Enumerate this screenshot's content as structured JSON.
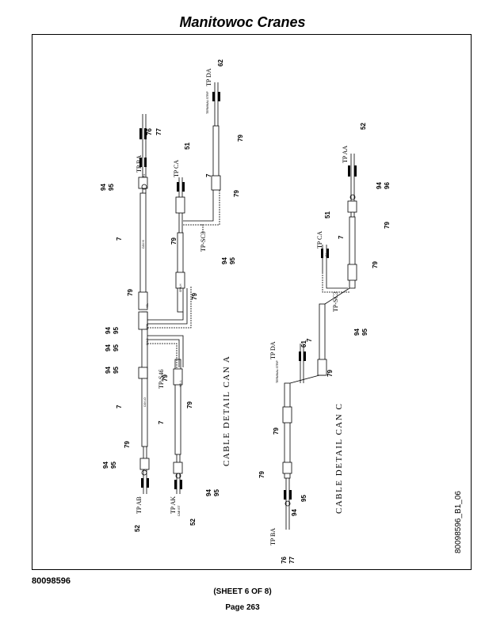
{
  "header": {
    "title": "Manitowoc Cranes"
  },
  "footer": {
    "doc_number": "80098596",
    "sheet": "(SHEET 6 OF 8)",
    "page": "Page 263"
  },
  "drawing": {
    "drawing_id": "80098596_B1_06",
    "captions": {
      "can_a": "CABLE DETAIL CAN A",
      "can_c": "CABLE DETAIL CAN C"
    },
    "test_points": {
      "can_a_ba": "TP BA",
      "can_a_ca": "TP CA",
      "can_a_da": "TP DA",
      "can_a_ab": "TP AB",
      "can_a_ak": "TP AK",
      "can_a_sc3": "TP-SC3",
      "can_a_s46": "TP-S46",
      "can_c_aa": "TP AA",
      "can_c_ca": "TP CA",
      "can_c_da": "TP DA",
      "can_c_ba": "TP BA",
      "can_c_sc3": "TP-SC3"
    },
    "sub_labels": {
      "terminal_strip": "TERMINAL STRIP",
      "cab_ist": "CAB IST",
      "s1": "S1",
      "r1": "R1"
    },
    "wire_labels": [
      "YEL",
      "GRN",
      "SHLD",
      "CAN HI",
      "CAN LO",
      "GRN-H",
      "YEL-L"
    ],
    "callouts": {
      "c7": "7",
      "c51": "51",
      "c52": "52",
      "c61": "61",
      "c62": "62",
      "c76": "76",
      "c77": "77",
      "c79": "79",
      "c94": "94",
      "c95": "95",
      "c96": "96"
    }
  }
}
